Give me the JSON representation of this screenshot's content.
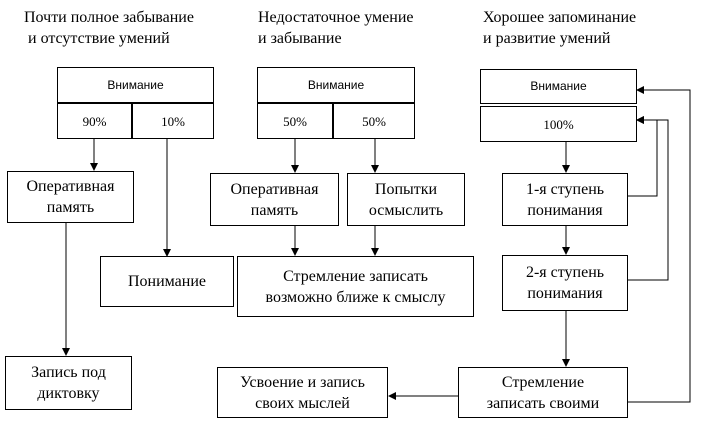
{
  "columns": {
    "left": {
      "header": "Почти полное забывание\n и отсутствие умений",
      "attention": "Внимание",
      "split": [
        "90%",
        "10%"
      ],
      "working_memory": "Оперативная\nпамять",
      "understanding": "Понимание",
      "dictation": "Запись под\nдиктовку"
    },
    "middle": {
      "header": "Недостаточное умение\nи забывание",
      "attention": "Внимание",
      "split": [
        "50%",
        "50%"
      ],
      "working_memory": "Оперативная\nпамять",
      "comprehend_attempts": "Попытки\nосмыслить",
      "write_close": "Стремление записать\nвозможно ближе к смыслу"
    },
    "right": {
      "header": "Хорошее запоминание\nи развитие умений",
      "attention": "Внимание",
      "full": "100%",
      "stage1": "1-я ступень\nпонимания",
      "stage2": "2-я ступень\nпонимания",
      "write_own": "Стремление\nзаписать своими",
      "assimilation": "Усвоение и запись\nсвоих мыслей"
    }
  }
}
